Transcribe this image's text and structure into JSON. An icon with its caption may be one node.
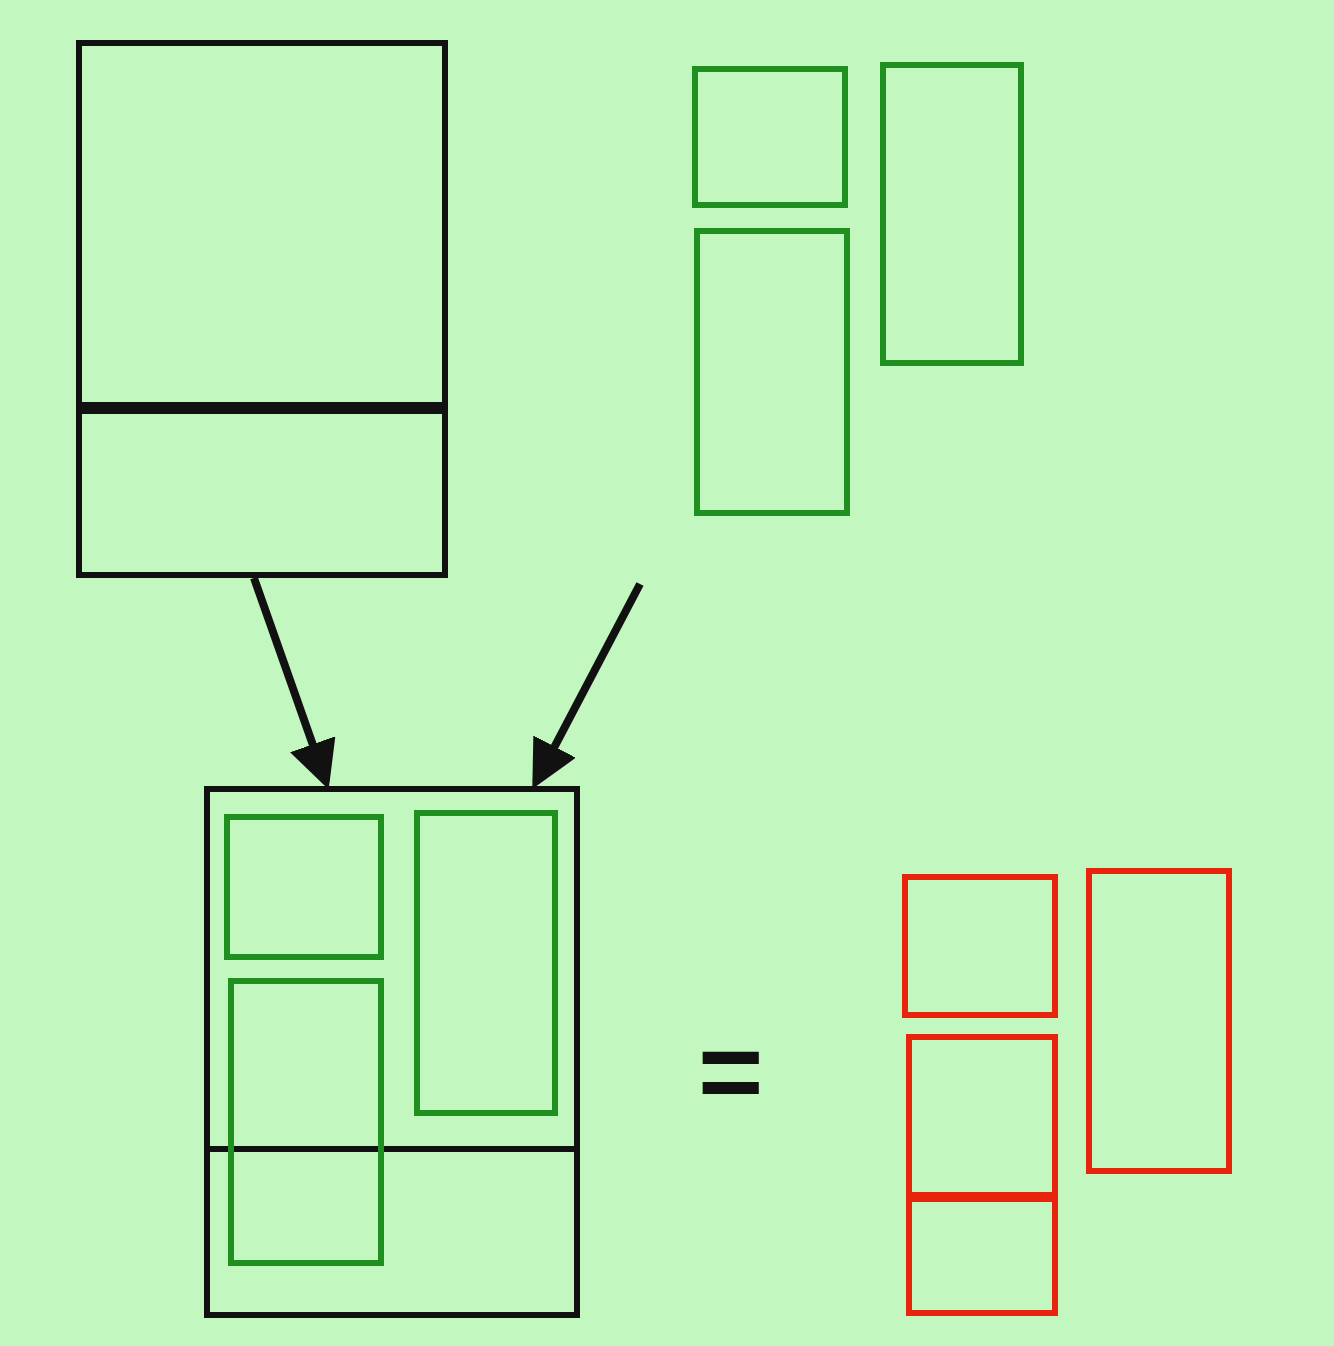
{
  "diagram": {
    "nodes": [
      {
        "text": [],
        "shape": "box"
      },
      {
        "text": [],
        "shape": "box"
      },
      {
        "text": [],
        "shape": "box"
      },
      {
        "text": [],
        "shape": "box"
      },
      {
        "text": [],
        "shape": "box"
      },
      {
        "text": [],
        "shape": "box"
      },
      {
        "text": [],
        "shape": "box",
        "in": 5
      },
      {
        "text": [],
        "shape": "box",
        "in": 5
      },
      {
        "text": [],
        "shape": "box",
        "in": 5
      },
      {
        "text": [],
        "shape": "box",
        "in": 5
      },
      {
        "text": [],
        "shape": "box"
      },
      {
        "text": [],
        "shape": "box"
      },
      {
        "text": [],
        "shape": "box"
      },
      {
        "text": [],
        "shape": "box"
      }
    ],
    "edges": [
      {
        "from": 1,
        "to": 5,
        "arrow": "to"
      },
      {
        "from": null,
        "to": 5,
        "arrow": "to"
      }
    ],
    "labels": [
      "="
    ]
  }
}
